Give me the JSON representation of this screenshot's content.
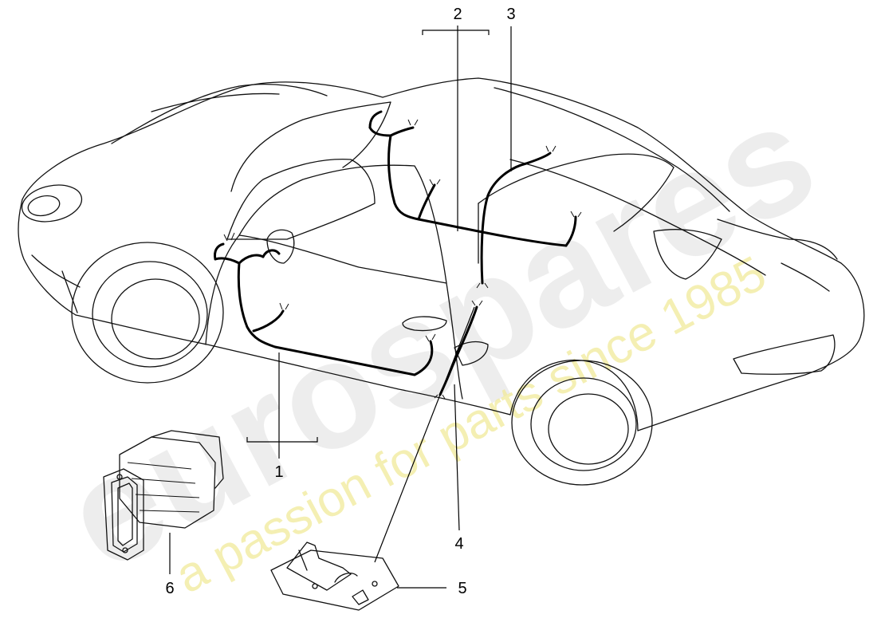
{
  "watermark": {
    "logo_text": "eurospares",
    "tagline": "a passion for parts since 1985"
  },
  "callouts": [
    "1",
    "2",
    "3",
    "4",
    "5",
    "6"
  ],
  "colors": {
    "line": "#111111",
    "watermark_grey": "#e8e8e8",
    "watermark_yellow": "#f1ea9a"
  }
}
